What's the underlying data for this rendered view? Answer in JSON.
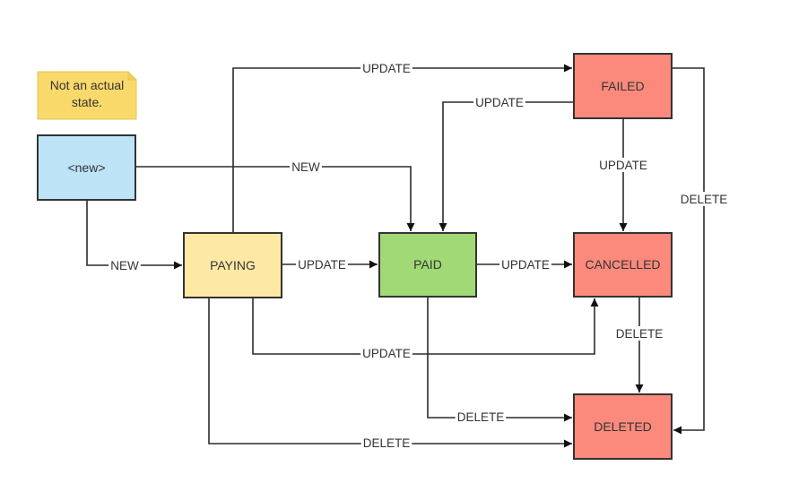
{
  "diagram": {
    "type": "state-machine",
    "note": {
      "text_lines": [
        "Not an actual",
        "state."
      ],
      "color": "#fad96b"
    },
    "nodes": [
      {
        "id": "new",
        "label": "<new>",
        "color": "#bde3f7"
      },
      {
        "id": "paying",
        "label": "PAYING",
        "color": "#fde9a4"
      },
      {
        "id": "paid",
        "label": "PAID",
        "color": "#a0d975"
      },
      {
        "id": "failed",
        "label": "FAILED",
        "color": "#fb8a7c"
      },
      {
        "id": "cancelled",
        "label": "CANCELLED",
        "color": "#fb8a7c"
      },
      {
        "id": "deleted",
        "label": "DELETED",
        "color": "#fb8a7c"
      }
    ],
    "edges": [
      {
        "from": "new",
        "to": "paid",
        "label": "NEW"
      },
      {
        "from": "new",
        "to": "paying",
        "label": "NEW"
      },
      {
        "from": "paying",
        "to": "failed",
        "label": "UPDATE"
      },
      {
        "from": "failed",
        "to": "paid",
        "label": "UPDATE"
      },
      {
        "from": "paying",
        "to": "paid",
        "label": "UPDATE"
      },
      {
        "from": "paid",
        "to": "cancelled",
        "label": "UPDATE"
      },
      {
        "from": "failed",
        "to": "cancelled",
        "label": "UPDATE"
      },
      {
        "from": "failed",
        "to": "deleted",
        "label": "DELETE"
      },
      {
        "from": "paying",
        "to": "cancelled",
        "label": "UPDATE"
      },
      {
        "from": "cancelled",
        "to": "deleted",
        "label": "DELETE"
      },
      {
        "from": "paid",
        "to": "deleted",
        "label": "DELETE"
      },
      {
        "from": "paying",
        "to": "deleted",
        "label": "DELETE"
      }
    ]
  }
}
